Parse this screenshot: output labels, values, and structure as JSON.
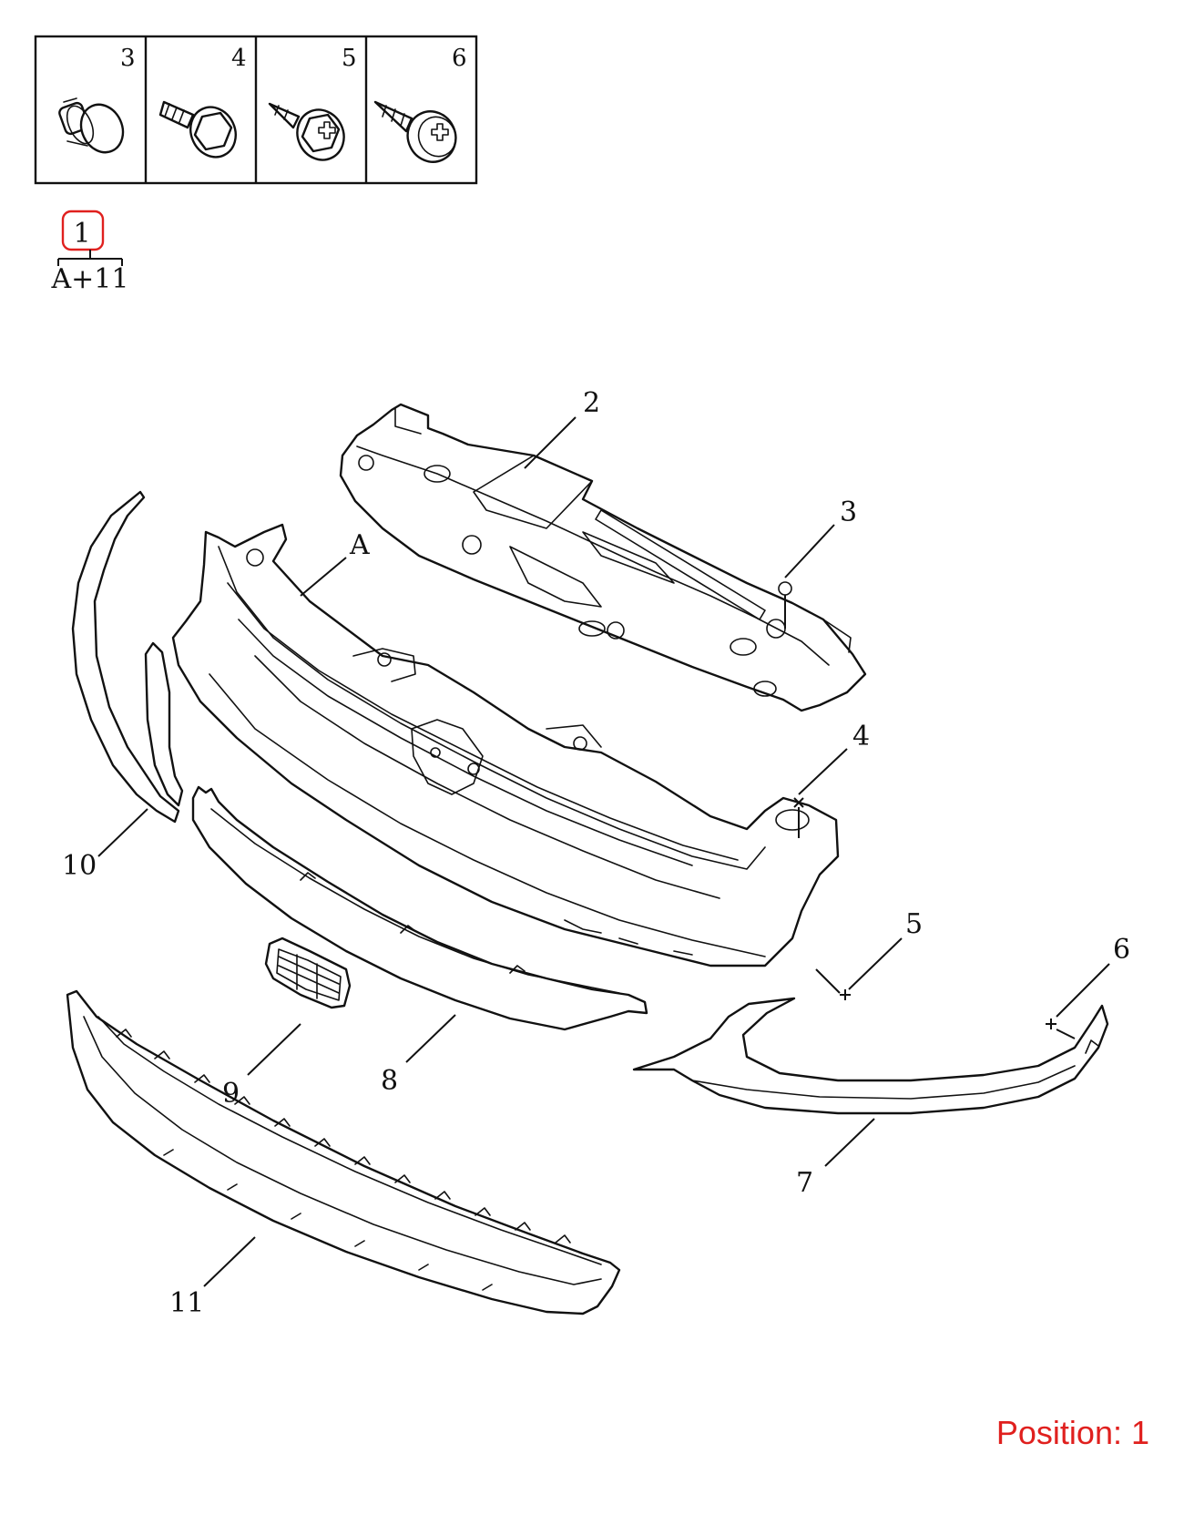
{
  "legend": {
    "cells": [
      {
        "number": "3",
        "icon": "clip-icon"
      },
      {
        "number": "4",
        "icon": "hex-bolt-icon"
      },
      {
        "number": "5",
        "icon": "hex-phillips-screw-icon"
      },
      {
        "number": "6",
        "icon": "tapping-screw-icon"
      }
    ]
  },
  "assembly": {
    "number": "1",
    "range": "A+11"
  },
  "callouts": {
    "c2": "2",
    "c3": "3",
    "cA": "A",
    "c4": "4",
    "c5": "5",
    "c6": "6",
    "c7": "7",
    "c8": "8",
    "c9": "9",
    "c10": "10",
    "c11": "11"
  },
  "position_label": "Position: 1",
  "colors": {
    "highlight": "#e0201e",
    "line": "#111111"
  }
}
